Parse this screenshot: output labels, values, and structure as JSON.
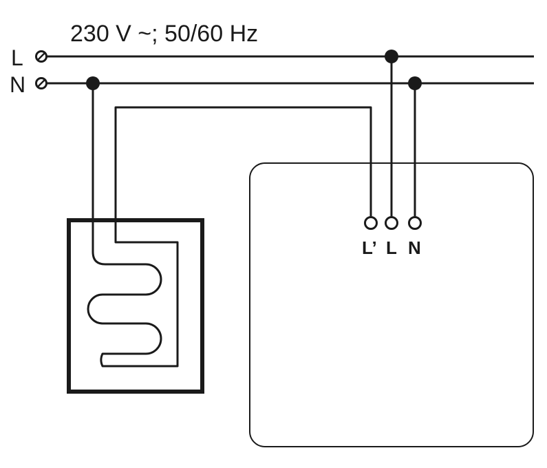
{
  "supply": {
    "label": "230 V ~; 50/60 Hz"
  },
  "rails": {
    "live_label": "L",
    "neutral_label": "N"
  },
  "thermostat": {
    "terminal_load_label": "L’",
    "terminal_live_label": "L",
    "terminal_neutral_label": "N"
  },
  "colors": {
    "line": "#1a1a1a",
    "background": "#ffffff"
  }
}
